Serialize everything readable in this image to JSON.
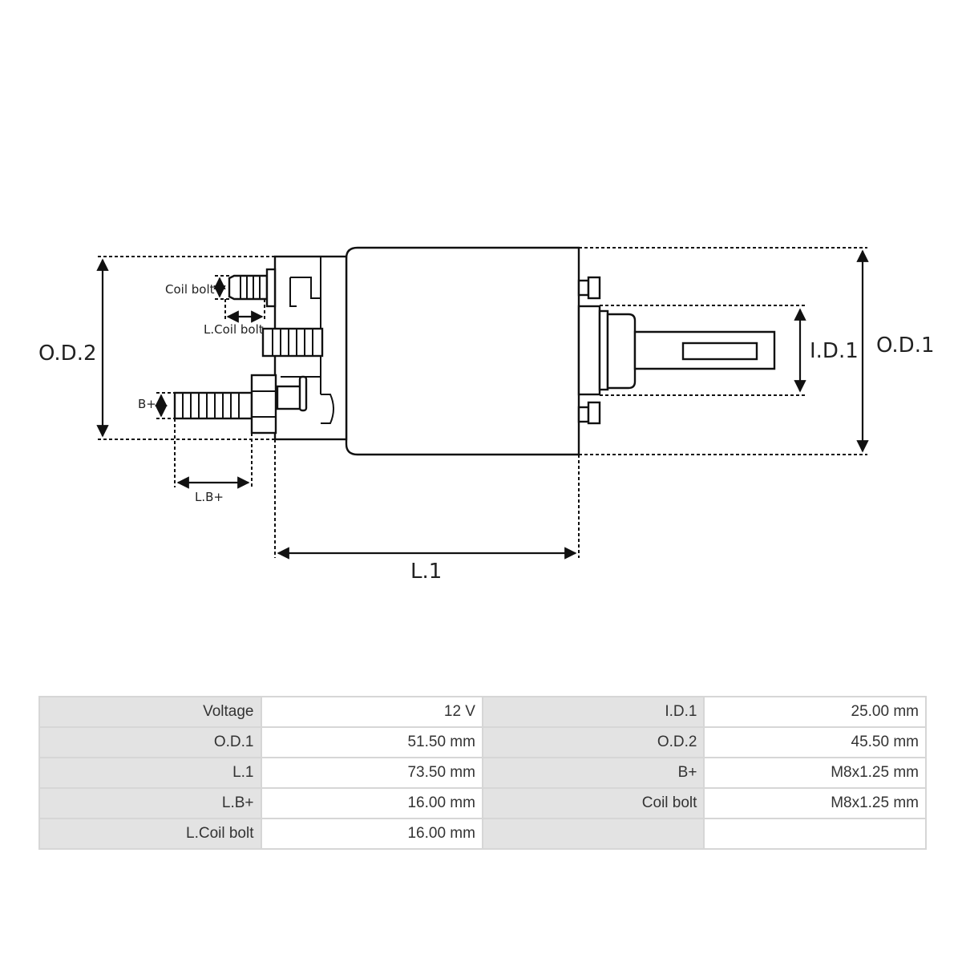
{
  "labels": {
    "od2": "O.D.2",
    "od1": "O.D.1",
    "id1": "I.D.1",
    "l1": "L.1",
    "lb_plus": "L.B+",
    "coil_bolt": "Coil bolt",
    "l_coil_bolt": "L.Coil bolt",
    "b_plus": "B+"
  },
  "specs": [
    [
      {
        "key": "Voltage",
        "value": "12 V"
      },
      {
        "key": "I.D.1",
        "value": "25.00 mm"
      }
    ],
    [
      {
        "key": "O.D.1",
        "value": "51.50 mm"
      },
      {
        "key": "O.D.2",
        "value": "45.50 mm"
      }
    ],
    [
      {
        "key": "L.1",
        "value": "73.50 mm"
      },
      {
        "key": "B+",
        "value": "M8x1.25 mm"
      }
    ],
    [
      {
        "key": "L.B+",
        "value": "16.00 mm"
      },
      {
        "key": "Coil bolt",
        "value": "M8x1.25 mm"
      }
    ],
    [
      {
        "key": "L.Coil bolt",
        "value": "16.00 mm"
      },
      {
        "key": "",
        "value": ""
      }
    ]
  ]
}
